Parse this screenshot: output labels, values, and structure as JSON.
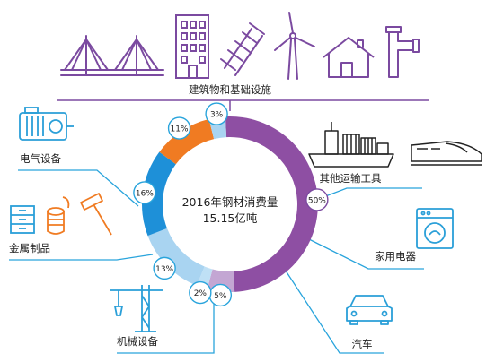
{
  "chart_data": {
    "type": "pie",
    "style": "donut",
    "title": "2016年钢材消费量",
    "subtitle": "15.15亿吨",
    "categories": [
      "建筑物和基础设施",
      "其他运输工具",
      "家用电器",
      "汽车",
      "机械设备",
      "金属制品",
      "电气设备"
    ],
    "values": [
      50,
      5,
      2,
      13,
      16,
      11,
      3
    ],
    "data_labels": [
      "50%",
      "5%",
      "2%",
      "13%",
      "16%",
      "11%",
      "3%"
    ],
    "colors": [
      "#8e4fa3",
      "#c3a6d3",
      "#bfe0f5",
      "#a9d4f1",
      "#1e90d8",
      "#f07b22",
      "#a9d4f1"
    ],
    "line_colors": {
      "construction": "#7b4aa0",
      "other": "#29a4dc"
    }
  }
}
